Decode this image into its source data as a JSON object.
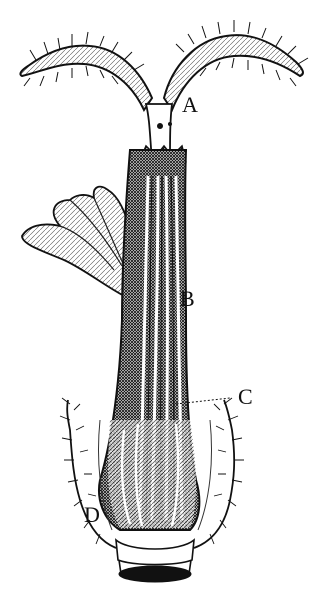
{
  "figure": {
    "labels": {
      "a": "A",
      "b": "B",
      "c": "C",
      "d": "D"
    },
    "colors": {
      "ink": "#111111",
      "paper": "#ffffff",
      "mid": "#444444",
      "light": "#9a9a9a"
    }
  }
}
